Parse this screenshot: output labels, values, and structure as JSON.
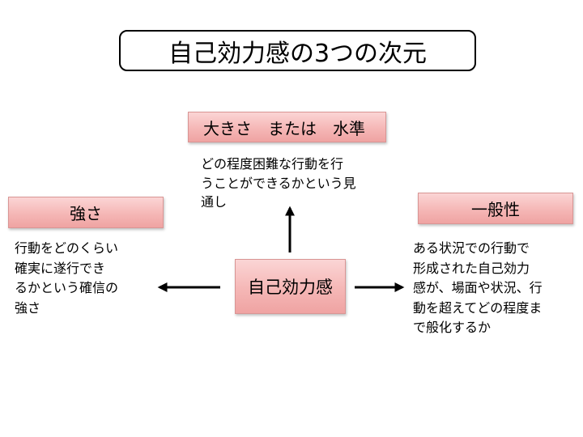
{
  "title": "自己効力感の3つの次元",
  "center": {
    "label": "自己効力感"
  },
  "top": {
    "label": "大きさ　または　水準",
    "description": [
      "どの程度困難な行動を行",
      "うことができるかという見",
      "通し"
    ]
  },
  "left": {
    "label": "強さ",
    "description": [
      "行動をどのくらい",
      "確実に遂行でき",
      "るかという確信の",
      "強さ"
    ]
  },
  "right": {
    "label": "一般性",
    "description": [
      "ある状況での行動で",
      "形成された自己効力",
      "感が、場面や状況、行",
      "動を超えてどの程度ま",
      "で般化するか"
    ]
  },
  "colors": {
    "box_fill_top": "#fbd5d5",
    "box_fill_bottom": "#efa3a2",
    "box_border": "#d99594",
    "arrow": "#000000"
  }
}
